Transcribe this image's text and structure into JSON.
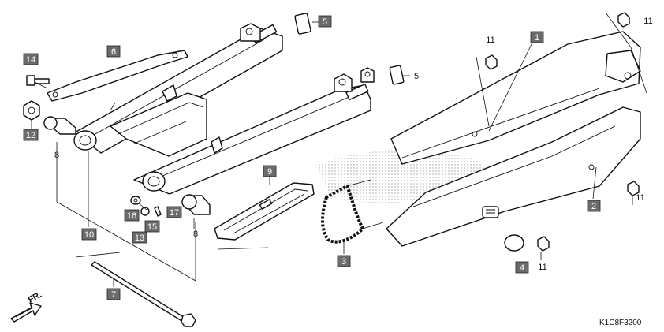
{
  "diagram": {
    "code": "K1C8F3200",
    "direction_label": "FR.",
    "badges": [
      "1",
      "2",
      "3",
      "4",
      "5",
      "6",
      "7",
      "9",
      "10",
      "12",
      "13",
      "14",
      "15",
      "16",
      "17"
    ],
    "plain_numbers": [
      "11",
      "11",
      "11",
      "11",
      "5",
      "8",
      "8"
    ]
  },
  "colors": {
    "badge_fill": "#6b6b6b",
    "badge_text": "#ffffff",
    "line": "#111111",
    "dot_pattern": "#dadada"
  }
}
